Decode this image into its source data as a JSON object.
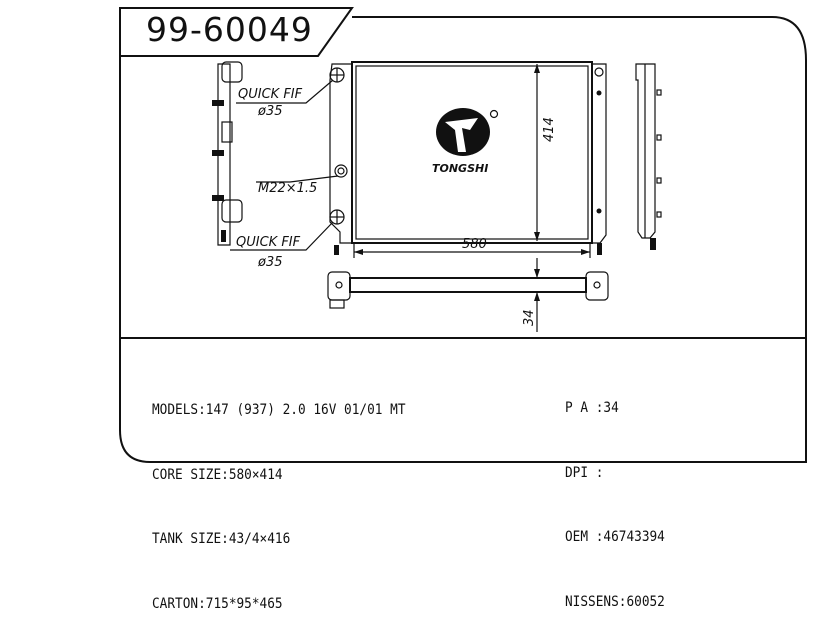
{
  "title": "99-60049",
  "drawing": {
    "fitting_top": "QUICK FIF",
    "fitting_top_dia": "ø35",
    "drain": "M22×1.5",
    "fitting_bottom": "QUICK FIF",
    "fitting_bottom_dia": "ø35",
    "height_dim": "414",
    "width_dim": "580",
    "depth_dim": "34",
    "logo_text": "TONGSHI"
  },
  "specs_left": [
    "MODELS:147 (937) 2.0 16V 01/01 MT",
    "CORE SIZE:580×414",
    "TANK SIZE:43/4×416",
    "CARTON:715*95*465"
  ],
  "specs_right": [
    "P A :34",
    "DPI :",
    "OEM :46743394",
    "NISSENS:60052"
  ]
}
